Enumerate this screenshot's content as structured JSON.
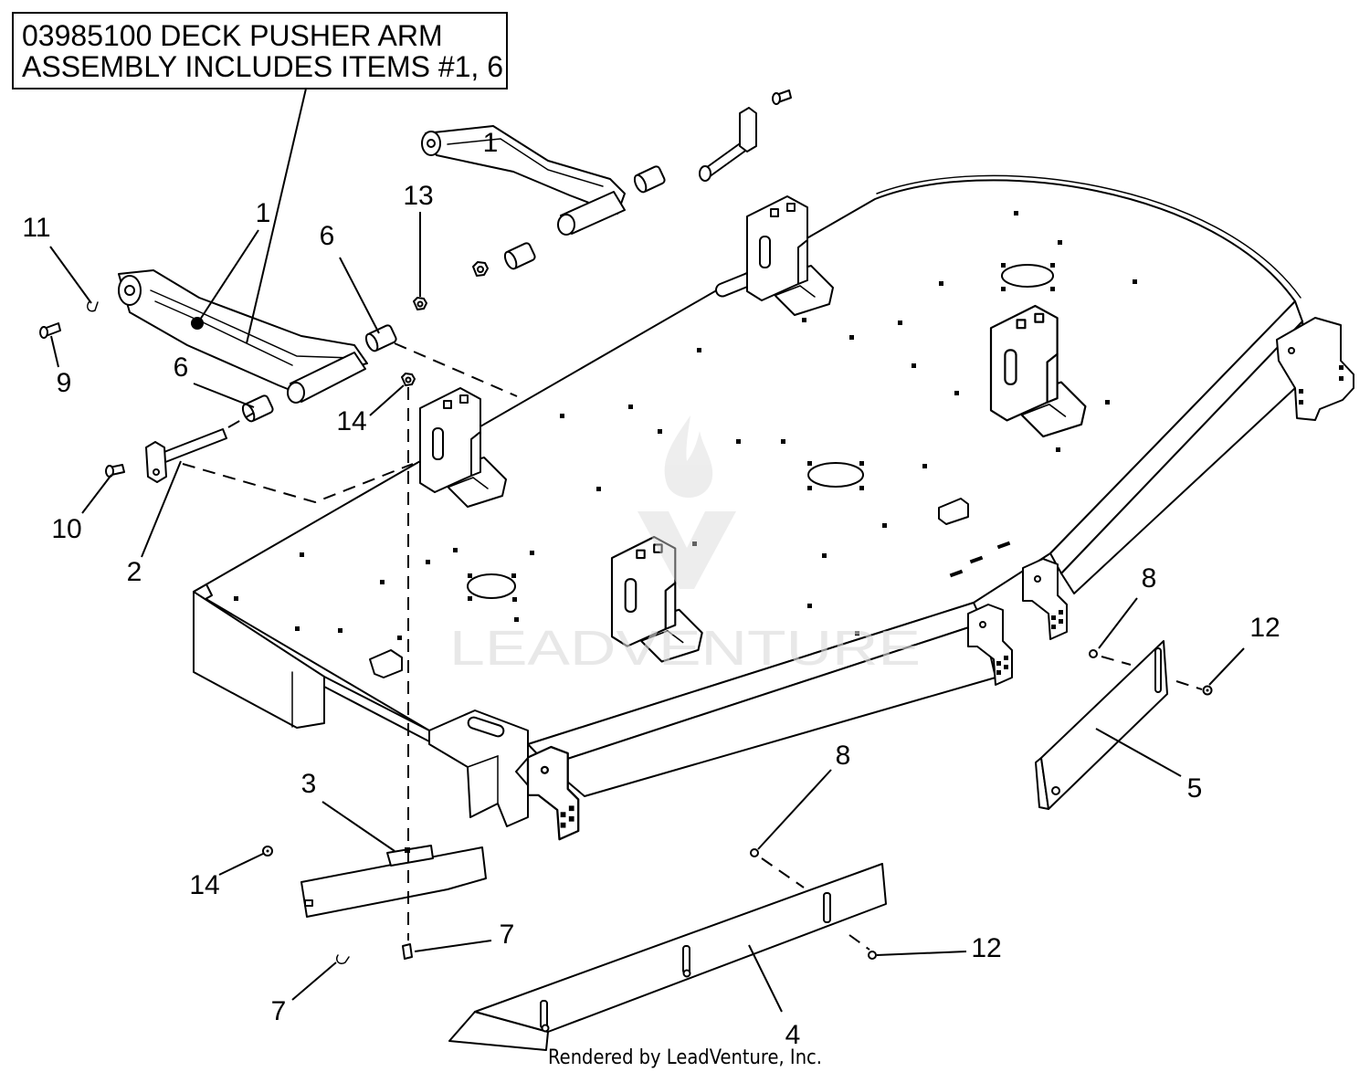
{
  "note_box": {
    "line1": "03985100 DECK PUSHER ARM",
    "line2": "ASSEMBLY INCLUDES ITEMS #1, 6"
  },
  "callouts": [
    "1",
    "1",
    "13",
    "11",
    "6",
    "6",
    "9",
    "14",
    "10",
    "2",
    "3",
    "8",
    "12",
    "5",
    "8",
    "14",
    "7",
    "12",
    "7",
    "4"
  ],
  "watermark": "LEADVENTURE",
  "footer": "Rendered by LeadVenture, Inc.",
  "colors": {
    "line": "#000000",
    "background": "#ffffff",
    "watermark": "#d9d9d9"
  }
}
